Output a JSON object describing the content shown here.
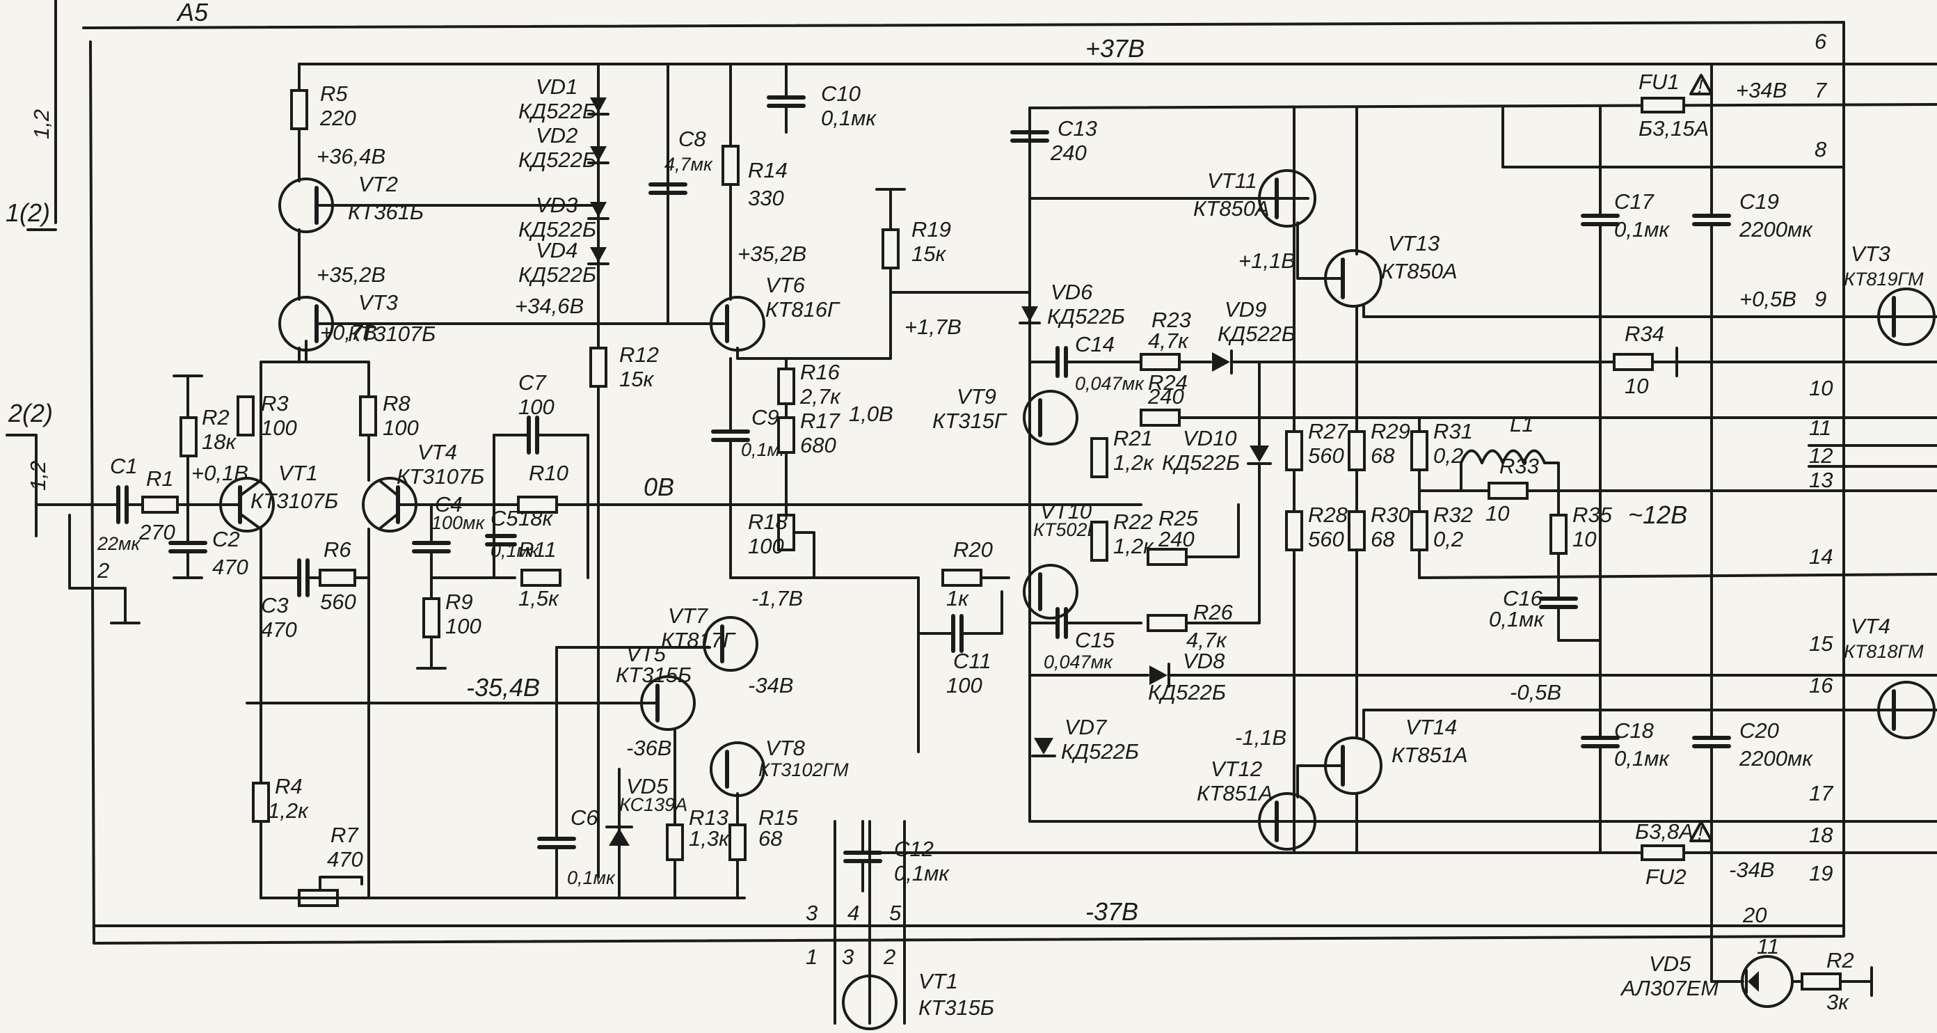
{
  "block_label": "A5",
  "side_labels": {
    "top": "1,2",
    "mid": "1(2)",
    "ref": "2(2)",
    "input": "1,2"
  },
  "rails": {
    "top": "+37В",
    "bottom": "-37В",
    "plus34": "+34В",
    "minus34": "-34В"
  },
  "voltages": {
    "vt2_e": "+36,4В",
    "vt3_e": "+35,2В",
    "vt3_c": "+34,6В",
    "vt3_b": "+0,7В",
    "vt1_b": "+0,1В",
    "ov": "0В",
    "vt6_b": "+35,2В",
    "vt6_c": "+1,7В",
    "r17_node": "1,0В",
    "vt7_b": "-1,7В",
    "vt7_c": "-34В",
    "vt5_b": "-35,4В",
    "vt5_c": "-36В",
    "vt13_b": "+1,1В",
    "out_pos": "+0,5В",
    "out_neg": "-0,5В",
    "vt12_b": "-1,1В",
    "ac": "~12В"
  },
  "components": {
    "R1": {
      "ref": "R1",
      "val": "270"
    },
    "R2": {
      "ref": "R2",
      "val": "18к"
    },
    "R3": {
      "ref": "R3",
      "val": "100"
    },
    "R4": {
      "ref": "R4",
      "val": "1,2к"
    },
    "R5": {
      "ref": "R5",
      "val": "220"
    },
    "R6": {
      "ref": "R6",
      "val": "560"
    },
    "R7": {
      "ref": "R7",
      "val": "470"
    },
    "R8": {
      "ref": "R8",
      "val": "100"
    },
    "R9": {
      "ref": "R9",
      "val": "100"
    },
    "R10": {
      "ref": "R10",
      "val": "18к"
    },
    "R11": {
      "ref": "R11",
      "val": "1,5к"
    },
    "R12": {
      "ref": "R12",
      "val": "15к"
    },
    "R13": {
      "ref": "R13",
      "val": "1,3к"
    },
    "R14": {
      "ref": "R14",
      "val": "330"
    },
    "R15": {
      "ref": "R15",
      "val": "68"
    },
    "R16": {
      "ref": "R16",
      "val": "2,7к"
    },
    "R17": {
      "ref": "R17",
      "val": "680"
    },
    "R18": {
      "ref": "R18",
      "val": "100"
    },
    "R19": {
      "ref": "R19",
      "val": "15к"
    },
    "R20": {
      "ref": "R20",
      "val": "1к"
    },
    "R21": {
      "ref": "R21",
      "val": "1,2к"
    },
    "R22": {
      "ref": "R22",
      "val": "1,2к"
    },
    "R23": {
      "ref": "R23",
      "val": "4,7к"
    },
    "R24": {
      "ref": "R24",
      "val": "240"
    },
    "R25": {
      "ref": "R25",
      "val": "240"
    },
    "R26": {
      "ref": "R26",
      "val": "4,7к"
    },
    "R27": {
      "ref": "R27",
      "val": "560"
    },
    "R28": {
      "ref": "R28",
      "val": "560"
    },
    "R29": {
      "ref": "R29",
      "val": "68"
    },
    "R30": {
      "ref": "R30",
      "val": "68"
    },
    "R31": {
      "ref": "R31",
      "val": "0,2"
    },
    "R32": {
      "ref": "R32",
      "val": "0,2"
    },
    "R33": {
      "ref": "R33",
      "val": "10"
    },
    "R34": {
      "ref": "R34",
      "val": "10"
    },
    "R35": {
      "ref": "R35",
      "val": "10"
    },
    "R2ext": {
      "ref": "R2",
      "val": "3к"
    },
    "C1": {
      "ref": "C1",
      "val": "22мк"
    },
    "C2": {
      "ref": "C2",
      "val": "470"
    },
    "C3": {
      "ref": "C3",
      "val": "470"
    },
    "C4": {
      "ref": "C4",
      "val": "100мк"
    },
    "C5": {
      "ref": "C5",
      "val": "0,1мк"
    },
    "C6": {
      "ref": "C6",
      "val": "0,1мк"
    },
    "C7": {
      "ref": "C7",
      "val": "100"
    },
    "C8": {
      "ref": "C8",
      "val": "4,7мк"
    },
    "C9": {
      "ref": "C9",
      "val": "0,1мк"
    },
    "C10": {
      "ref": "C10",
      "val": "0,1мк"
    },
    "C11": {
      "ref": "C11",
      "val": "100"
    },
    "C12": {
      "ref": "C12",
      "val": "0,1мк"
    },
    "C13": {
      "ref": "C13",
      "val": "240"
    },
    "C14": {
      "ref": "C14",
      "val": "0,047мк"
    },
    "C15": {
      "ref": "C15",
      "val": "0,047мк"
    },
    "C16": {
      "ref": "C16",
      "val": "0,1мк"
    },
    "C17": {
      "ref": "C17",
      "val": "0,1мк"
    },
    "C18": {
      "ref": "C18",
      "val": "0,1мк"
    },
    "C19": {
      "ref": "C19",
      "val": "2200мк"
    },
    "C20": {
      "ref": "C20",
      "val": "2200мк"
    },
    "VD1": {
      "ref": "VD1",
      "val": "КД522Б"
    },
    "VD2": {
      "ref": "VD2",
      "val": "КД522Б"
    },
    "VD3": {
      "ref": "VD3",
      "val": "КД522Б"
    },
    "VD4": {
      "ref": "VD4",
      "val": "КД522Б"
    },
    "VD5": {
      "ref": "VD5",
      "val": "КС139А"
    },
    "VD6": {
      "ref": "VD6",
      "val": "КД522Б"
    },
    "VD7": {
      "ref": "VD7",
      "val": "КД522Б"
    },
    "VD8": {
      "ref": "VD8",
      "val": "КД522Б"
    },
    "VD9": {
      "ref": "VD9",
      "val": "КД522Б"
    },
    "VD10": {
      "ref": "VD10",
      "val": "КД522Б"
    },
    "VD5ext": {
      "ref": "VD5",
      "val": "АЛ307ЕМ"
    },
    "VT1": {
      "ref": "VT1",
      "val": "КТ3107Б"
    },
    "VT2": {
      "ref": "VT2",
      "val": "КТ361Б"
    },
    "VT3": {
      "ref": "VT3",
      "val": "КТ3107Б"
    },
    "VT4": {
      "ref": "VT4",
      "val": "КТ3107Б"
    },
    "VT5": {
      "ref": "VT5",
      "val": "КТ315Б"
    },
    "VT6": {
      "ref": "VT6",
      "val": "КТ816Г"
    },
    "VT7": {
      "ref": "VT7",
      "val": "КТ817Г"
    },
    "VT8": {
      "ref": "VT8",
      "val": "КТ3102ГМ"
    },
    "VT9": {
      "ref": "VT9",
      "val": "КТ315Г"
    },
    "VT10": {
      "ref": "VT10",
      "val": "КТ502Е"
    },
    "VT11": {
      "ref": "VT11",
      "val": "КТ850А"
    },
    "VT12": {
      "ref": "VT12",
      "val": "КТ851А"
    },
    "VT13": {
      "ref": "VT13",
      "val": "КТ850А"
    },
    "VT14": {
      "ref": "VT14",
      "val": "КТ851А"
    },
    "VT1ext": {
      "ref": "VT1",
      "val": "КТ315Б"
    },
    "VT3ext": {
      "ref": "VT3",
      "val": "КТ819ГМ"
    },
    "VT4ext": {
      "ref": "VT4",
      "val": "КТ818ГМ"
    },
    "FU1": {
      "ref": "FU1",
      "val": "Б3,15А"
    },
    "FU2": {
      "ref": "FU2",
      "val": "Б3,8А"
    },
    "L1": {
      "ref": "L1",
      "val": ""
    },
    "HL": {
      "ref": "11",
      "val": ""
    }
  },
  "pins": [
    "1",
    "2",
    "3",
    "4",
    "5",
    "6",
    "7",
    "8",
    "9",
    "10",
    "11",
    "12",
    "13",
    "14",
    "15",
    "16",
    "17",
    "18",
    "19",
    "20"
  ],
  "bottom_pins": {
    "p3": "3",
    "p4": "4",
    "p5": "5",
    "q1": "1",
    "q3": "3",
    "q2": "2"
  },
  "warn": "!"
}
